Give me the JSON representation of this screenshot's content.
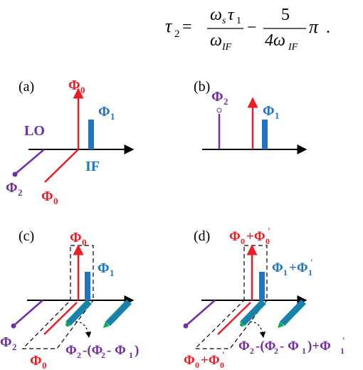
{
  "equation": {
    "lhs": "τ",
    "lhs_sub": "2",
    "eq": "=",
    "frac1_num": "ω",
    "frac1_num_sub": "s",
    "frac1_num_2": "τ",
    "frac1_num_2_sub": "1",
    "frac1_den": "ω",
    "frac1_den_sub": "IF",
    "minus": "−",
    "frac2_num": "5",
    "frac2_den": "4ω",
    "frac2_den_sub": "IF",
    "pi": "π",
    "period": "."
  },
  "panels": {
    "a": {
      "tag": "(a)",
      "phi0": "Φ",
      "phi0_sub": "0",
      "phi1": "Φ",
      "phi1_sub": "1",
      "lo": "LO",
      "if": "IF",
      "phi2": "Φ",
      "phi2_sub": "2",
      "phi0_low": "Φ",
      "phi0_low_sub": "0"
    },
    "b": {
      "tag": "(b)",
      "phi2": "Φ",
      "phi2_sub": "2",
      "phi1": "Φ",
      "phi1_sub": "1"
    },
    "c": {
      "tag": "(c)",
      "phi0": "Φ",
      "phi0_sub": "0",
      "phi1": "Φ",
      "phi1_sub": "1",
      "phi2": "Φ",
      "phi2_sub": "2",
      "phi0_low": "Φ",
      "phi0_low_sub": "0",
      "diff_a": "Φ",
      "diff_a_sub": "2",
      "diff_b": "-(Φ",
      "diff_b_sub": "2",
      "diff_c": "- Φ",
      "diff_c_sub": "1",
      "diff_d": ")"
    },
    "d": {
      "tag": "(d)",
      "top_a": "Φ",
      "top_a_sub": "0",
      "top_b": "+Φ",
      "top_b_sup": "'",
      "top_b_sub": "0",
      "right_a": "Φ",
      "right_a_sub": "1",
      "right_b": "+Φ",
      "right_b_sup": "'",
      "right_b_sub": "1",
      "low_a": "Φ",
      "low_a_sub": "0",
      "low_b": "+Φ",
      "low_b_sup": "'",
      "low_b_sub": "0",
      "diff_a": "Φ",
      "diff_a_sub": "2",
      "diff_b": "-(Φ",
      "diff_b_sub": "2",
      "diff_c": "- Φ",
      "diff_c_sub": "1",
      "diff_d": ")+Φ",
      "diff_d_sup": "'",
      "diff_d_sub": "1"
    }
  },
  "colors": {
    "red": "#ee1c25",
    "blue": "#1f75c1",
    "purple": "#7030a0",
    "green": "#00b050",
    "black": "#000000"
  }
}
